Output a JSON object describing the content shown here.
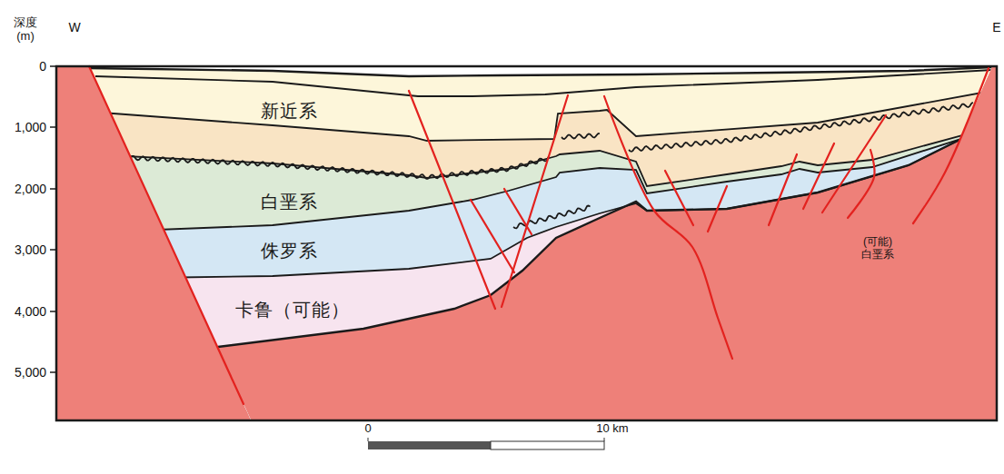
{
  "diagram": {
    "nodes": [
      {
        "text": [
          "新近系"
        ]
      },
      {
        "text": [
          "白垩系"
        ]
      },
      {
        "text": [
          "侏罗系"
        ]
      },
      {
        "text": [
          "卡鲁（可能）"
        ]
      }
    ],
    "labels": [
      "深度 (m)",
      "W",
      "E",
      "0",
      "1,000",
      "2,000",
      "3,000",
      "4,000",
      "5,000",
      "(可能) 白垩系",
      "0",
      "10 km"
    ]
  }
}
